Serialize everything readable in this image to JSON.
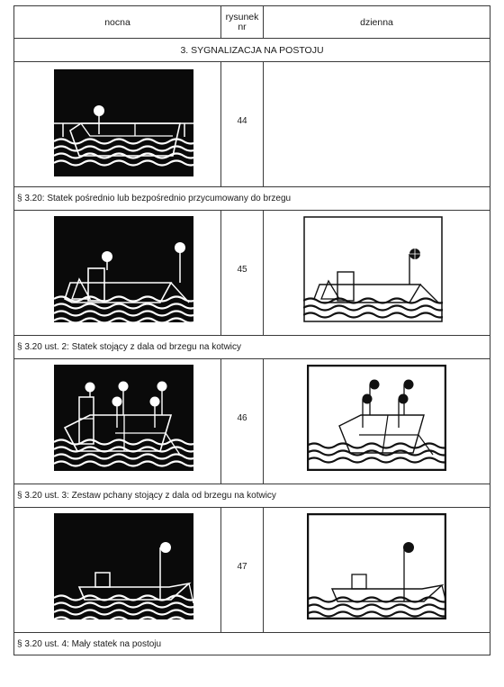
{
  "header": {
    "col_night": "nocna",
    "col_fig_line1": "rysunek",
    "col_fig_line2": "nr",
    "col_day": "dzienna"
  },
  "section_title": "3. SYGNALIZACJA NA POSTOJU",
  "rows": [
    {
      "number": "44",
      "caption": "§ 3.20: Statek pośrednio lub bezpośrednio przycumowany do brzegu",
      "night_icon": "moored-vessel-white-light",
      "day_icon": ""
    },
    {
      "number": "45",
      "caption": "§ 3.20 ust. 2: Statek stojący z dala od brzegu na kotwicy",
      "night_icon": "anchored-vessel-white-lights",
      "day_icon": "anchored-vessel-black-ball"
    },
    {
      "number": "46",
      "caption": "§ 3.20 ust. 3: Zestaw pchany stojący z dala od brzegu na kotwicy",
      "night_icon": "pushed-convoy-anchored-lights",
      "day_icon": "pushed-convoy-anchored-balls"
    },
    {
      "number": "47",
      "caption": "§ 3.20 ust. 4: Mały statek na postoju",
      "night_icon": "small-vessel-white-light",
      "day_icon": "small-vessel-black-ball"
    }
  ]
}
